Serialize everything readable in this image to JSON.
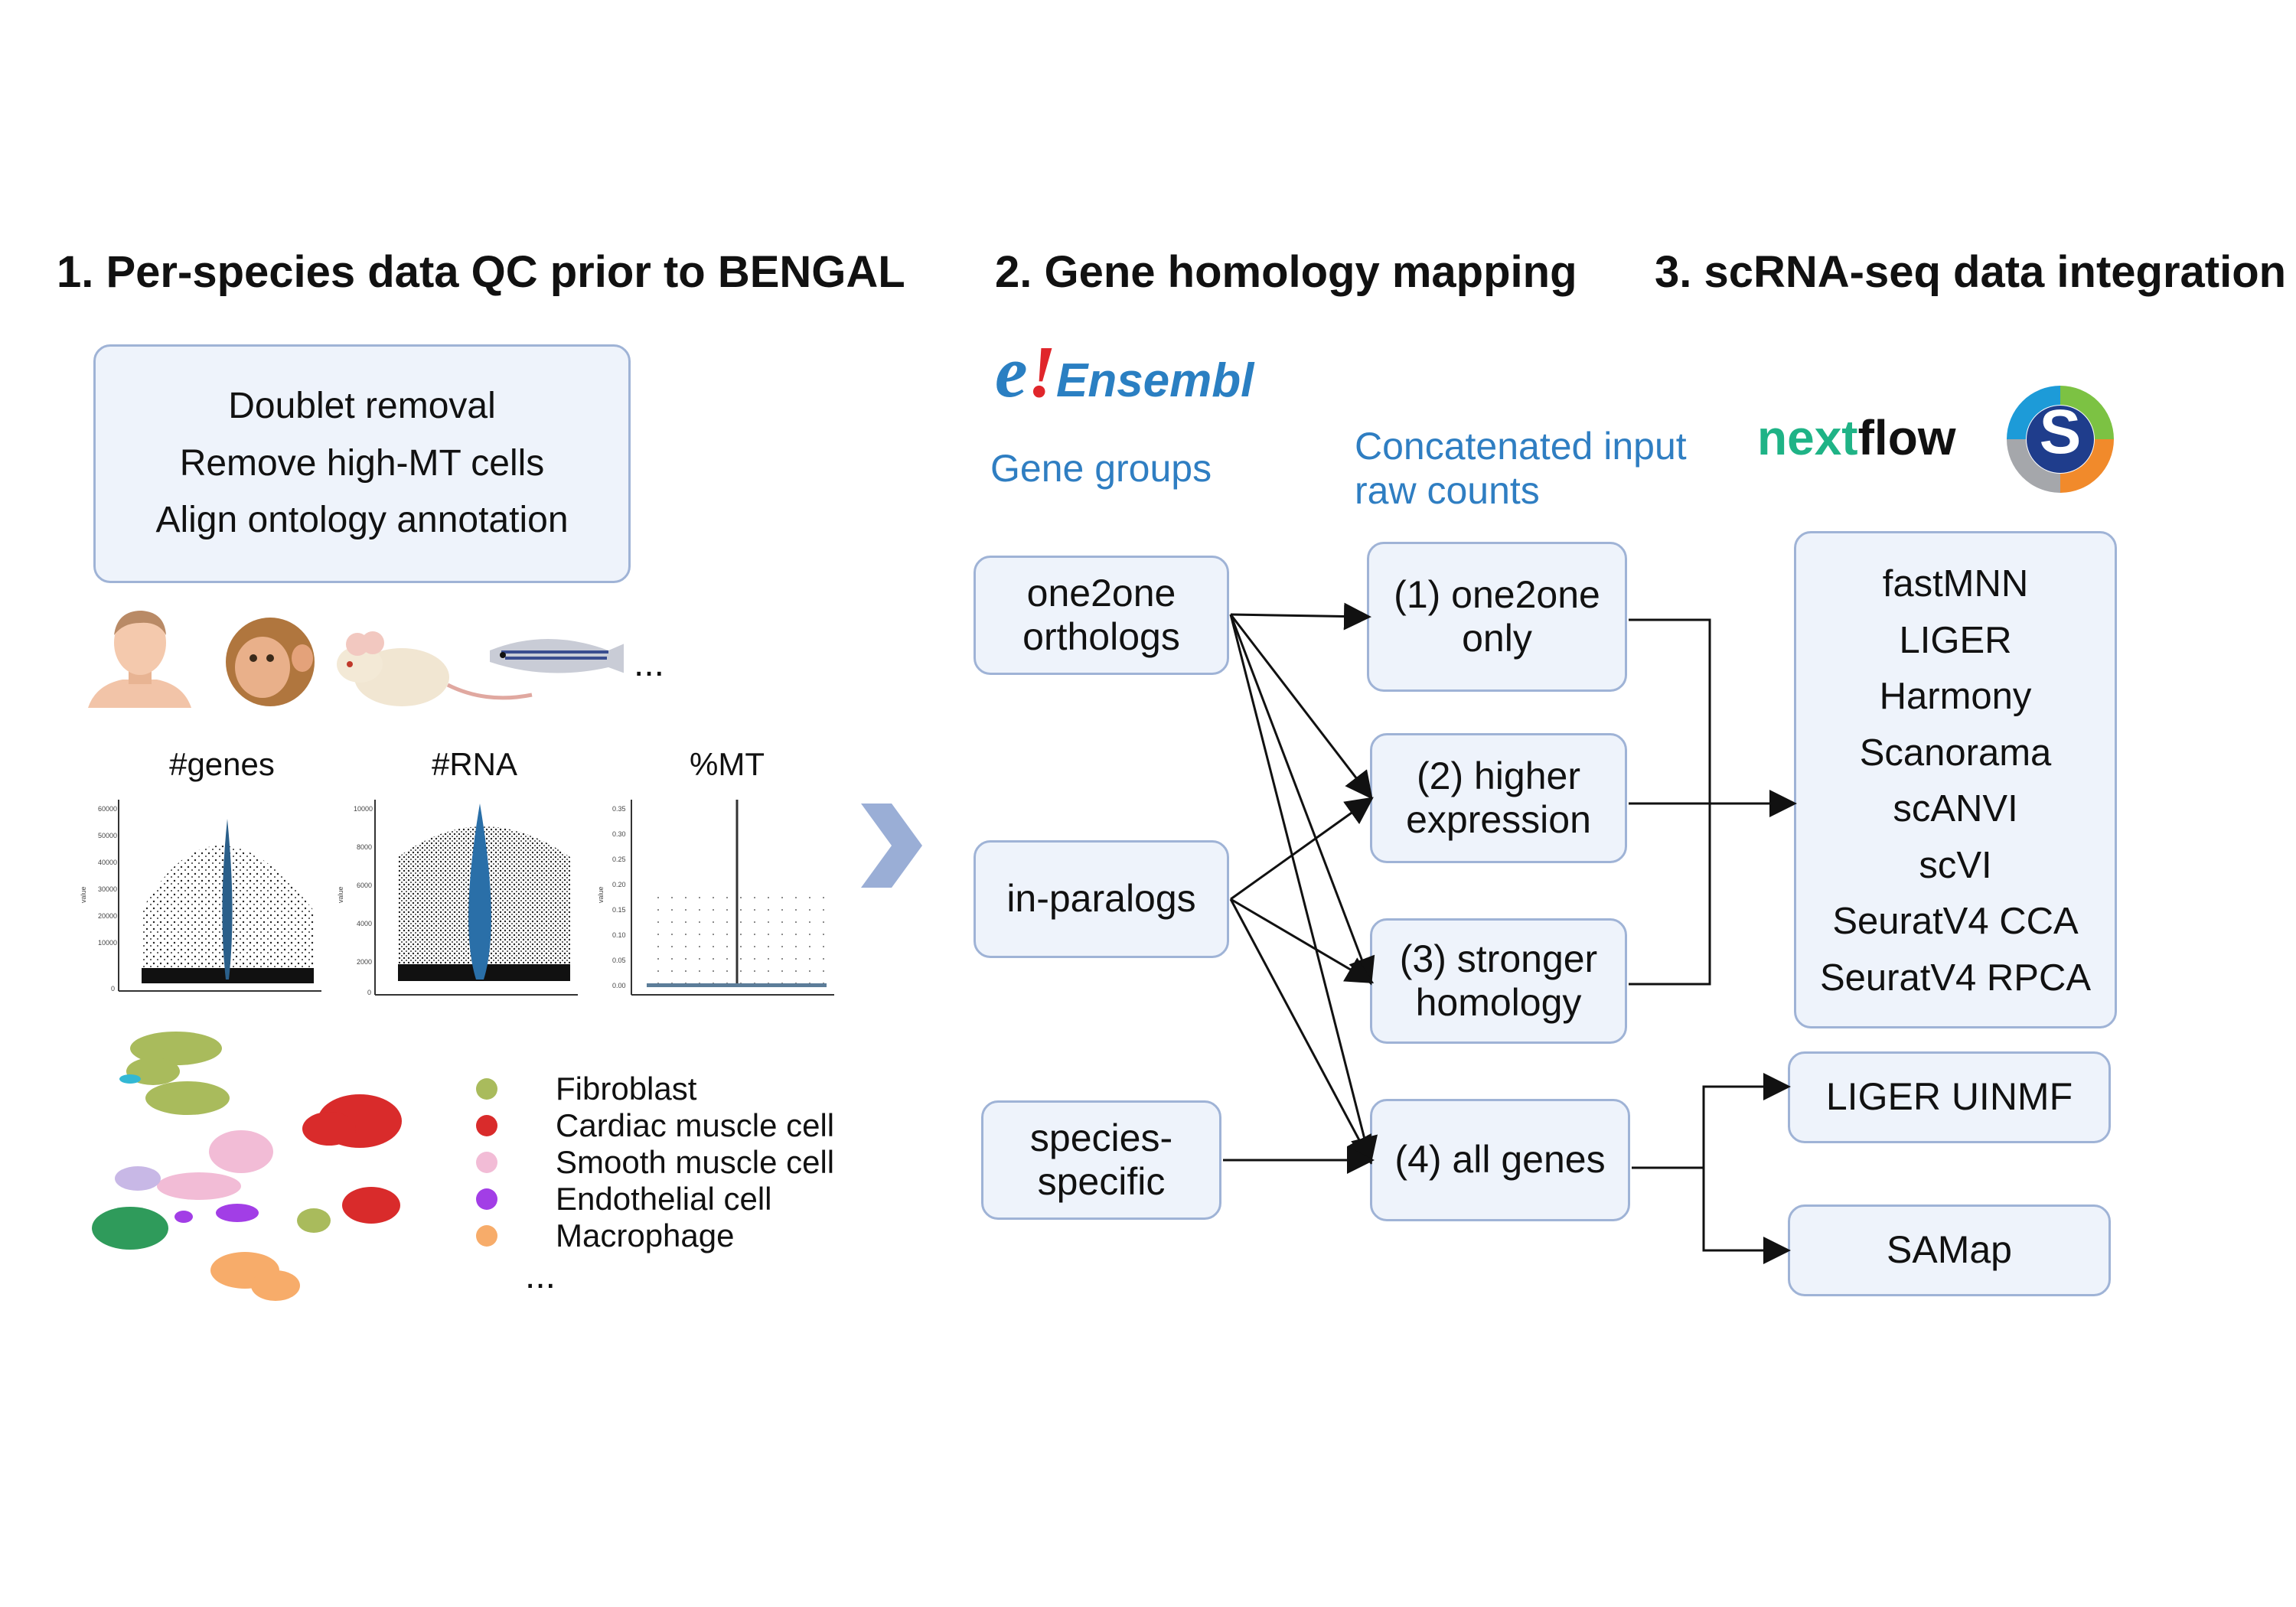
{
  "headings": {
    "qc": "1. Per-species data QC prior to BENGAL",
    "homology": "2. Gene homology mapping",
    "integration": "3. scRNA-seq data integration"
  },
  "qc_box": {
    "lines": [
      "Doublet removal",
      "Remove high-MT cells",
      "Align ontology annotation"
    ]
  },
  "species_more": "...",
  "qc_plots": {
    "titles": [
      "#genes",
      "#RNA",
      "%MT"
    ],
    "ylabel": "value"
  },
  "cell_types": [
    {
      "label": "Fibroblast",
      "color": "#a9bb5c"
    },
    {
      "label": "Cardiac muscle cell",
      "color": "#d92b2b"
    },
    {
      "label": "Smooth muscle cell",
      "color": "#f2bcd6"
    },
    {
      "label": "Endothelial cell",
      "color": "#a23ee6"
    },
    {
      "label": "Macrophage",
      "color": "#f7ac6a"
    }
  ],
  "legend_more": "...",
  "ensembl": {
    "e": "e",
    "bang": "!",
    "name": "Ensembl"
  },
  "labels": {
    "gene_groups": "Gene groups",
    "concat_line1": "Concatenated input",
    "concat_line2": "raw counts"
  },
  "gene_groups": [
    {
      "lines": [
        "one2one",
        "orthologs"
      ]
    },
    {
      "lines": [
        "in-paralogs"
      ]
    },
    {
      "lines": [
        "species-",
        "specific"
      ]
    }
  ],
  "inputs": [
    {
      "lines": [
        "(1) one2one",
        "only"
      ]
    },
    {
      "lines": [
        "(2) higher",
        "expression"
      ]
    },
    {
      "lines": [
        "(3) stronger",
        "homology"
      ]
    },
    {
      "lines": [
        "(4) all genes"
      ]
    }
  ],
  "nextflow": {
    "part1": "nex",
    "part2": "t",
    "part3": "flow"
  },
  "snakemake_letter": "S",
  "methods": [
    "fastMNN",
    "LIGER",
    "Harmony",
    "Scanorama",
    "scANVI",
    "scVI",
    "SeuratV4 CCA",
    "SeuratV4 RPCA"
  ],
  "all_gene_methods": [
    "LIGER UINMF",
    "SAMap"
  ],
  "colors": {
    "box_fill": "#eef3fb",
    "box_border": "#9fb3d6",
    "label_blue": "#2f7ec2",
    "ensembl_blue": "#2a7fc2",
    "ensembl_red": "#e0262b",
    "nextflow_green": "#1fb386",
    "chevron": "#9aaed6"
  }
}
